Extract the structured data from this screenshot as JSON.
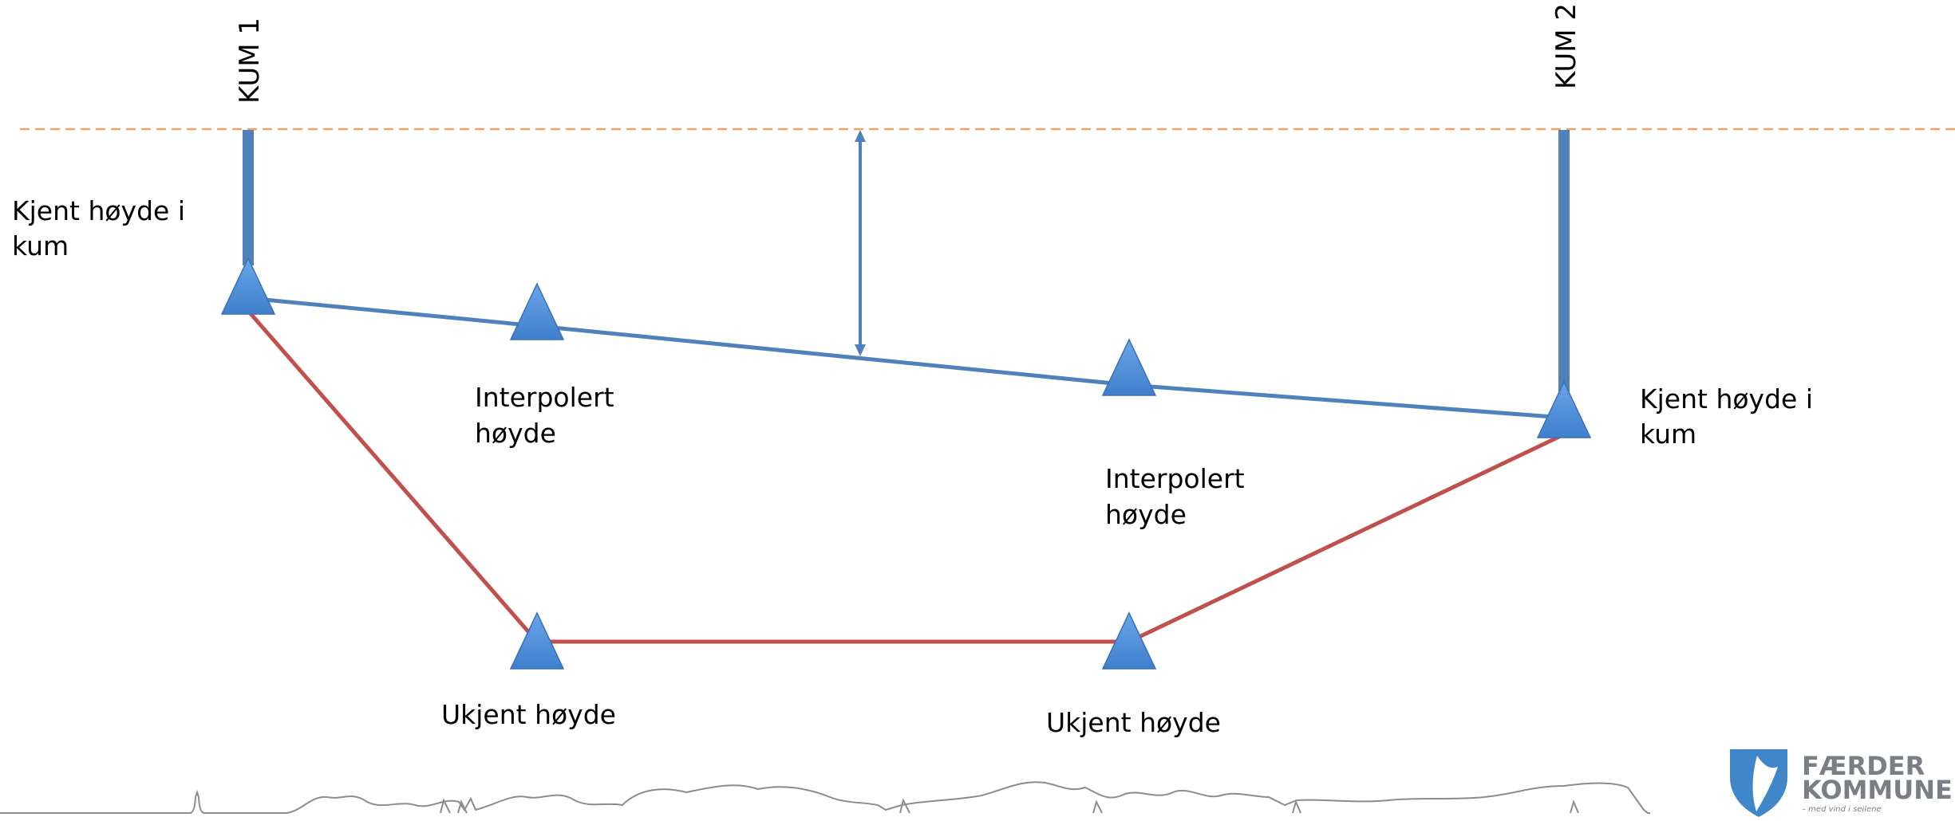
{
  "diagram": {
    "manholes": [
      {
        "label": "KUM 1"
      },
      {
        "label": "KUM 2"
      }
    ],
    "labels": {
      "known_height_1": [
        "Kjent høyde i",
        "kum"
      ],
      "interpolated_1": [
        "Interpolert",
        "høyde"
      ],
      "interpolated_2": [
        "Interpolert",
        "høyde"
      ],
      "known_height_2": [
        "Kjent høyde i",
        "kum"
      ],
      "unknown_1": "Ukjent høyde",
      "unknown_2": "Ukjent høyde"
    },
    "colors": {
      "reference_line": "#f4a460",
      "known_pipe": "#4f81bd",
      "unknown_pipe": "#c0504d",
      "marker": "#4f8fd9",
      "skyline": "#8c8c8c"
    }
  },
  "logo": {
    "line1": "FÆRDER",
    "line2": "KOMMUNE",
    "tagline": "– med vind i seilene",
    "shield_color": "#3f87c9"
  }
}
